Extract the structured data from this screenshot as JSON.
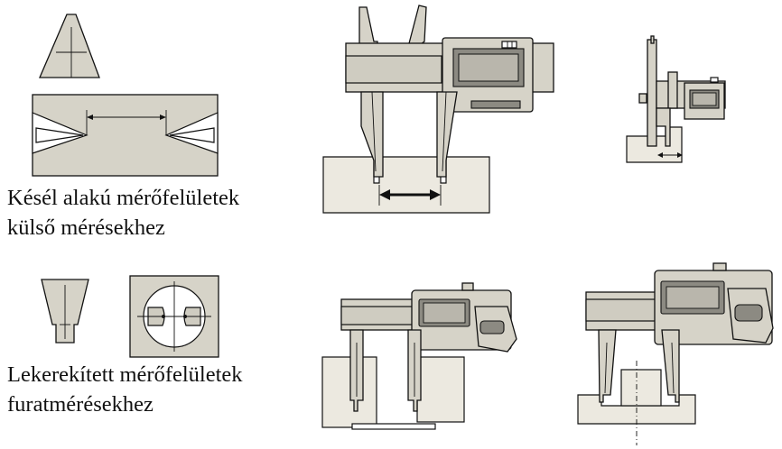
{
  "captions": {
    "knife_edge": {
      "line1": "Késél alakú mérőfelületek",
      "line2": "külső mérésekhez"
    },
    "rounded": {
      "line1": "Lekerekített mérőfelületek",
      "line2": "furatmérésekhez"
    }
  },
  "colors": {
    "metal": "#d6d3c8",
    "workpiece": "#ece9e0",
    "display": "#8c8a82",
    "line": "#111111"
  }
}
